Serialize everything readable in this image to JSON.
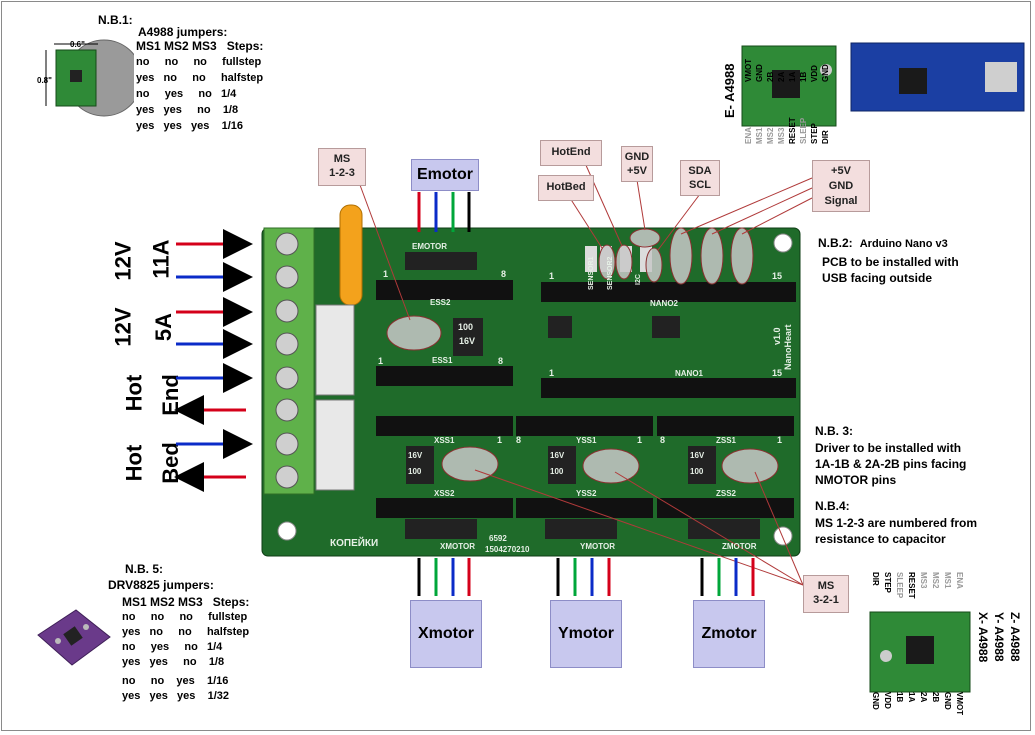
{
  "nb1": {
    "title": "N.B.1:",
    "subtitle": "A4988 jumpers:",
    "dim_w": "0.6\"",
    "dim_h": "0.8\"",
    "rows": [
      "MS1 MS2 MS3   Steps:",
      "no     no     no     fullstep",
      "yes   no     no     halfstep",
      "no     yes     no   1/4",
      "yes   yes     no    1/8",
      "yes   yes   yes    1/16"
    ]
  },
  "nb5": {
    "title": "N.B. 5:",
    "subtitle": "DRV8825 jumpers:",
    "rows": [
      "MS1 MS2 MS3   Steps:",
      "no     no     no     fullstep",
      "yes   no     no     halfstep",
      "no     yes     no   1/4",
      "yes   yes     no    1/8",
      "no     no    yes    1/16",
      "yes   yes   yes    1/32"
    ]
  },
  "nb2": {
    "title": "N.B.2:",
    "title_rest": "Arduino Nano v3",
    "text": [
      "PCB to be installed with",
      "USB facing outside"
    ]
  },
  "nb3": {
    "title": "N.B. 3:",
    "text": [
      "Driver to be installed with",
      "1A-1B & 2A-2B pins facing",
      "NMOTOR pins"
    ]
  },
  "nb4": {
    "title": "N.B.4:",
    "text": [
      "MS 1-2-3 are numbered from",
      "resistance to capacitor"
    ]
  },
  "callouts": {
    "ms123": [
      "MS",
      "1-2-3"
    ],
    "ms321": [
      "MS",
      "3-2-1"
    ],
    "hotend": "HotEnd",
    "hotbed": "HotBed",
    "gnd5v": [
      "GND",
      "+5V"
    ],
    "sdascl": [
      "SDA",
      "SCL"
    ],
    "servo": [
      "+5V",
      "GND",
      "Signal"
    ]
  },
  "motors": {
    "e": "Emotor",
    "x": "Xmotor",
    "y": "Ymotor",
    "z": "Zmotor"
  },
  "power": {
    "v1": "12V",
    "a1": "11A",
    "v2": "12V",
    "a2": "5A",
    "hot1": "Hot",
    "end": "End",
    "hot2": "Hot",
    "bed": "Bed"
  },
  "a4988_top": {
    "side": "E- A4988",
    "top_pins": [
      "VMOT",
      "GND",
      "2B",
      "2A",
      "1A",
      "1B",
      "VDD",
      "GND"
    ],
    "bottom_pins": [
      "ENA",
      "MS1",
      "MS2",
      "MS3",
      "RESET",
      "SLEEP",
      "STEP",
      "DIR"
    ]
  },
  "a4988_bottom": {
    "side": [
      "Z- A4988",
      "Y- A4988",
      "X- A4988"
    ],
    "top_pins": [
      "DIR",
      "STEP",
      "SLEEP",
      "RESET",
      "MS3",
      "MS2",
      "MS1",
      "ENA"
    ],
    "bottom_pins": [
      "GND",
      "VDD",
      "1B",
      "1A",
      "2A",
      "2B",
      "GND",
      "VMOT"
    ]
  },
  "pcb": {
    "emotor": "EMOTOR",
    "xmotor": "XMOTOR",
    "ymotor": "YMOTOR",
    "zmotor": "ZMOTOR",
    "brand": "КОПЕЙКИ",
    "serial": "6592",
    "serial2": "1504270210",
    "name": "NanoHeart",
    "ver": "v1.0",
    "sensor1": "SENSOR1",
    "sensor2": "SENSOR2",
    "i2c": "I2C",
    "xss1": "XSS1",
    "yss1": "YSS1",
    "zss1": "ZSS1",
    "xss2": "XSS2",
    "yss2": "YSS2",
    "zss2": "ZSS2",
    "ess1": "ESS1",
    "ess2": "ESS2",
    "nano1": "NANO1",
    "nano2": "NANO2",
    "cap1": [
      "100",
      "16V"
    ],
    "cap2": [
      "16V",
      "100"
    ],
    "pin1": "1",
    "pin8": "8",
    "pin15": "15"
  },
  "colors": {
    "pcb": "#1f6b2a",
    "red_wire": "#d4001a",
    "blue_wire": "#0b2bc8",
    "green_wire": "#00a63a",
    "callout_bg": "#f3dede",
    "motor_bg": "#c8c8ee"
  }
}
